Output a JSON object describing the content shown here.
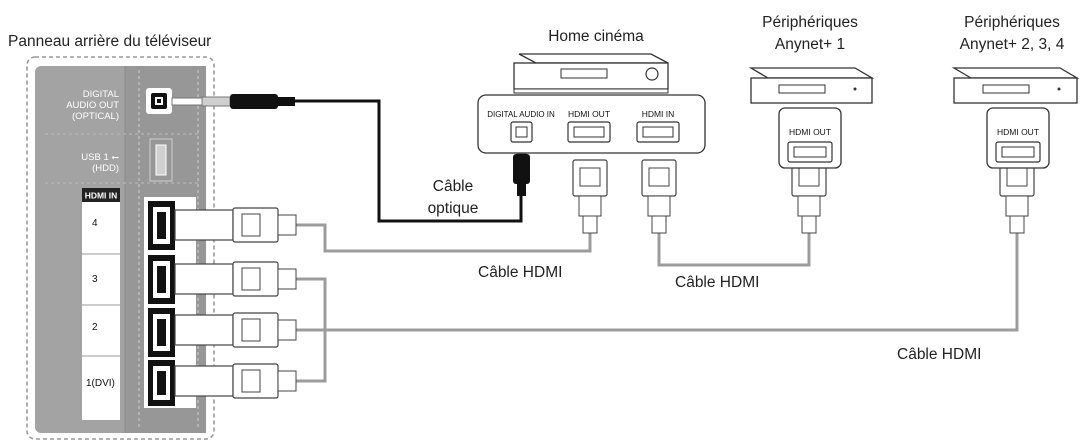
{
  "title": "Panneau arrière du téléviseur",
  "colors": {
    "panel": "#a3a3a3",
    "panel_dark": "#8c8c8c",
    "cable_optical": "#111111",
    "cable_hdmi": "#9c9c9c",
    "white": "#ffffff"
  },
  "tv_panel": {
    "digital_audio_lines": [
      "DIGITAL",
      "AUDIO OUT",
      "(OPTICAL)"
    ],
    "usb_lines": [
      "USB 1 ⭠",
      "(HDD)"
    ],
    "hdmi_in_label": "HDMI IN",
    "hdmi_ports": [
      "4",
      "3",
      "2",
      "1(DVI)"
    ]
  },
  "home_cinema": {
    "title": "Home cinéma",
    "ports": [
      "DIGITAL AUDIO IN",
      "HDMI OUT",
      "HDMI IN"
    ]
  },
  "device1": {
    "title_lines": [
      "Périphériques",
      "Anynet+ 1"
    ],
    "port": "HDMI OUT"
  },
  "device2": {
    "title_lines": [
      "Périphériques",
      "Anynet+ 2, 3, 4"
    ],
    "port": "HDMI OUT"
  },
  "cables": {
    "optical_lines": [
      "Câble",
      "optique"
    ],
    "hdmi1": "Câble HDMI",
    "hdmi2": "Câble HDMI",
    "hdmi3": "Câble HDMI"
  }
}
